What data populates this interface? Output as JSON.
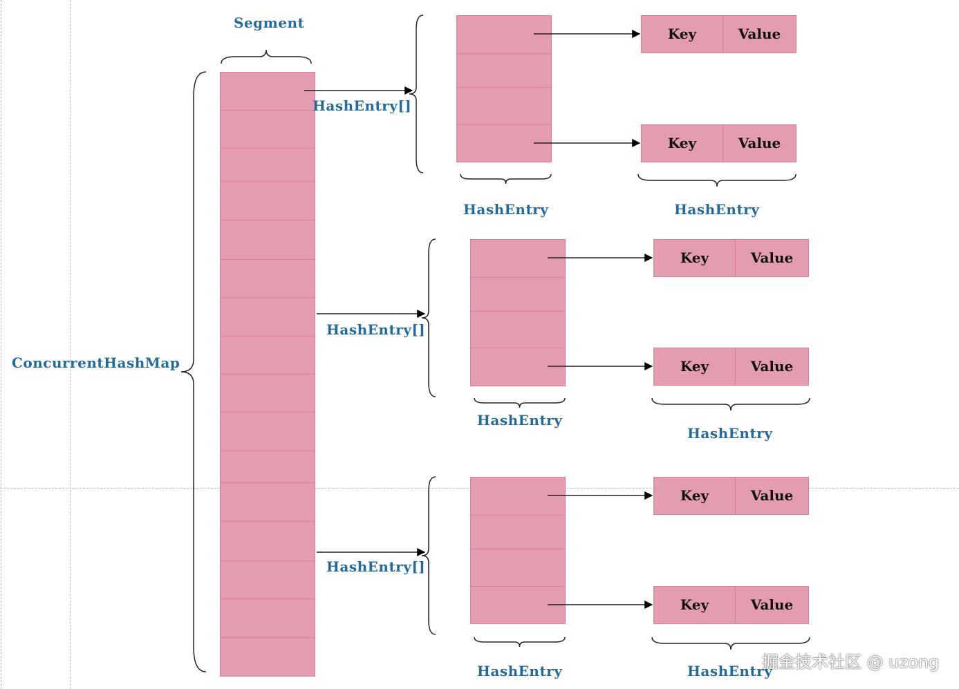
{
  "labels": {
    "root": "ConcurrentHashMap",
    "segment": "Segment",
    "table": "HashEntry[]",
    "entry": "HashEntry",
    "key": "Key",
    "value": "Value"
  },
  "segment_cell_count": 16,
  "groups": [
    {
      "table_label": "HashEntry[]",
      "table_cells": 4,
      "entry_label_table": "HashEntry",
      "entry_label_pairs": "HashEntry",
      "pairs": [
        {
          "key": "Key",
          "value": "Value"
        },
        {
          "key": "Key",
          "value": "Value"
        }
      ]
    },
    {
      "table_label": "HashEntry[]",
      "table_cells": 4,
      "entry_label_table": "HashEntry",
      "entry_label_pairs": "HashEntry",
      "pairs": [
        {
          "key": "Key",
          "value": "Value"
        },
        {
          "key": "Key",
          "value": "Value"
        }
      ]
    },
    {
      "table_label": "HashEntry[]",
      "table_cells": 4,
      "entry_label_table": "HashEntry",
      "entry_label_pairs": "HashEntry",
      "pairs": [
        {
          "key": "Key",
          "value": "Value"
        },
        {
          "key": "Key",
          "value": "Value"
        }
      ]
    }
  ],
  "colors": {
    "cell_fill": "#e49cb0",
    "cell_border": "#dd7d98",
    "label_text": "#246b9c",
    "line": "#000000"
  },
  "watermark": "掘金技术社区 @ uzong"
}
